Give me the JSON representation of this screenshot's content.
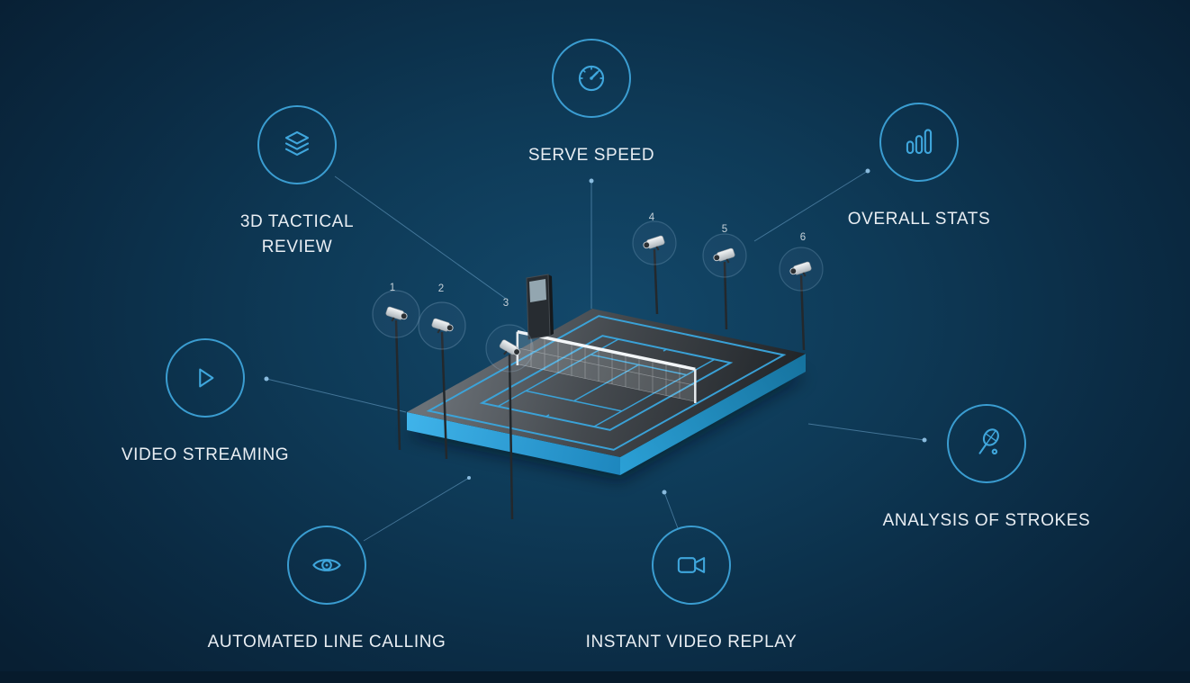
{
  "features": [
    {
      "id": "serve-speed",
      "label": "SERVE SPEED",
      "icon": "speedometer-icon"
    },
    {
      "id": "3d-tactical-review",
      "label": "3D TACTICAL REVIEW",
      "icon": "layers-icon"
    },
    {
      "id": "overall-stats",
      "label": "OVERALL STATS",
      "icon": "bar-chart-icon"
    },
    {
      "id": "video-streaming",
      "label": "VIDEO STREAMING",
      "icon": "play-icon"
    },
    {
      "id": "analysis-of-strokes",
      "label": "ANALYSIS OF STROKES",
      "icon": "tennis-racket-icon"
    },
    {
      "id": "automated-line-calling",
      "label": "AUTOMATED LINE CALLING",
      "icon": "eye-icon"
    },
    {
      "id": "instant-video-replay",
      "label": "INSTANT VIDEO REPLAY",
      "icon": "video-camera-icon"
    }
  ],
  "cameras": [
    {
      "number": "1"
    },
    {
      "number": "2"
    },
    {
      "number": "3"
    },
    {
      "number": "4"
    },
    {
      "number": "5"
    },
    {
      "number": "6"
    }
  ],
  "colors": {
    "background_center": "#13486a",
    "background_edge": "#081f33",
    "accent": "#3fa6dc",
    "court_edge_blue": "#2da7e4",
    "court_surface_dark": "#24282c",
    "label_text": "#e9eef3",
    "net_white": "#f3f6f8",
    "connector": "#78afd7"
  }
}
